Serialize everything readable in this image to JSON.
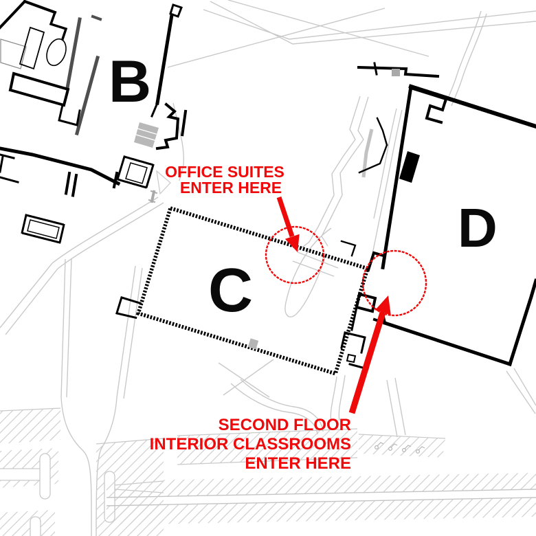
{
  "map": {
    "kind": "campus-floor-plan",
    "background_color": "#ffffff",
    "wall_color": "#000000",
    "path_color": "#c9c9c9",
    "annotation_color": "#ee0a0a",
    "buildings": [
      {
        "id": "B",
        "label": "B"
      },
      {
        "id": "C",
        "label": "C"
      },
      {
        "id": "D",
        "label": "D"
      }
    ],
    "annotations": [
      {
        "id": "office-suites",
        "lines": [
          "OFFICE SUITES",
          "ENTER HERE"
        ],
        "marker": "red circle with arrow on building C north wall"
      },
      {
        "id": "second-floor-classrooms",
        "lines": [
          "SECOND FLOOR",
          "INTERIOR CLASSROOMS",
          "ENTER HERE"
        ],
        "marker": "red circle with arrow at C/D junction entrance"
      }
    ]
  }
}
